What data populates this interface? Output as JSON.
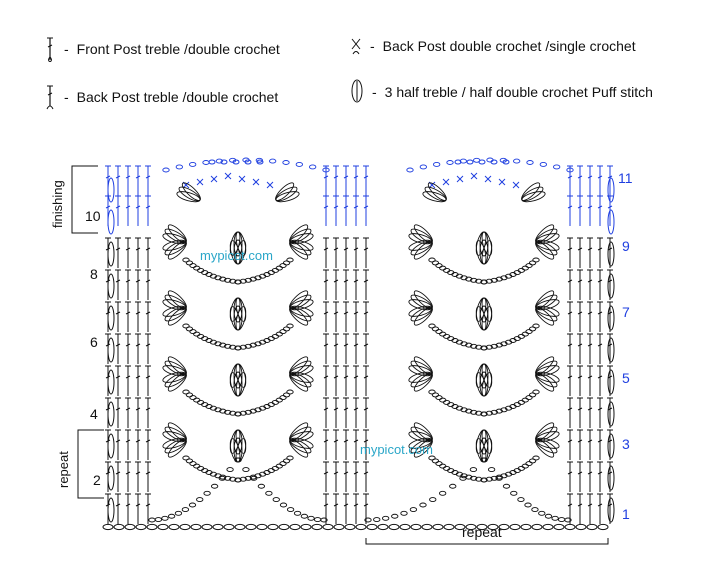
{
  "legend": [
    {
      "text": "Front Post treble /double crochet",
      "icon": "front-post-dc-icon"
    },
    {
      "text": "Back Post double crochet /single crochet",
      "icon": "back-post-sc-icon"
    },
    {
      "text": "Back Post treble /double crochet",
      "icon": "back-post-dc-icon"
    },
    {
      "text": "3 half treble / half double crochet Puff stitch",
      "icon": "puff-stitch-icon"
    }
  ],
  "legend_dash": "-",
  "row_labels_left": [
    "10",
    "8",
    "6",
    "4",
    "2"
  ],
  "row_labels_right": [
    "11",
    "9",
    "7",
    "5",
    "3",
    "1"
  ],
  "side_labels": {
    "finishing": "finishing",
    "repeat_left": "repeat",
    "repeat_bottom": "repeat"
  },
  "watermark": [
    "mypicot.com",
    "mypicot.com"
  ],
  "colors": {
    "stitch": "#111111",
    "finishing": "#1f3fe0",
    "watermark": "#2aa6c8"
  }
}
